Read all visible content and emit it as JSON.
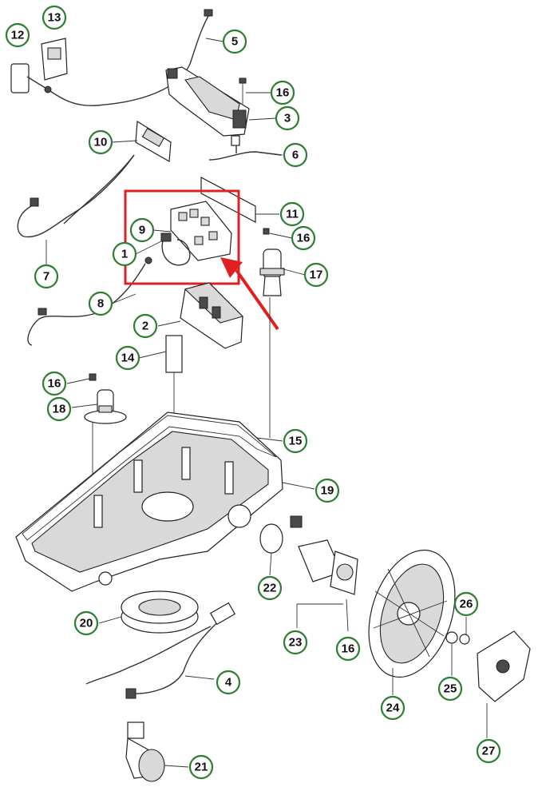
{
  "diagram": {
    "callouts": [
      "1",
      "2",
      "3",
      "4",
      "5",
      "6",
      "7",
      "8",
      "9",
      "10",
      "11",
      "12",
      "13",
      "14",
      "15",
      "16",
      "17",
      "18",
      "19",
      "20",
      "21",
      "22",
      "23",
      "24",
      "25",
      "26",
      "27"
    ],
    "highlight_color": "#e02020",
    "callout_ring_color": "#2e7d32"
  }
}
